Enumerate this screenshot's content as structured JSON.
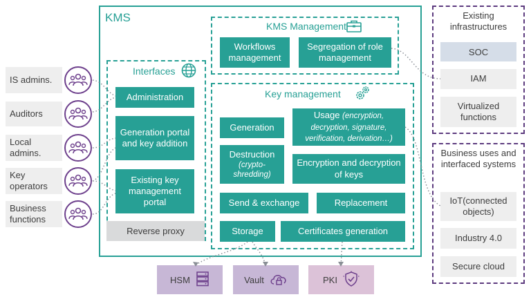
{
  "kms": {
    "title": "KMS"
  },
  "kms_management": {
    "title": "KMS Management",
    "workflows": "Workflows management",
    "segregation": "Segregation of role management"
  },
  "interfaces": {
    "title": "Interfaces",
    "administration": "Administration",
    "generation_portal": "Generation portal and key addition",
    "existing_portal": "Existing key management portal",
    "reverse_proxy": "Reverse proxy"
  },
  "key_management": {
    "title": "Key management",
    "generation": "Generation",
    "usage_label": "Usage",
    "usage_detail": "(encryption, decryption, signature, verification, derivation…)",
    "destruction": "Destruction",
    "destruction_detail": "(crypto-shredding)",
    "encryption": "Encryption and decryption of keys",
    "send_exchange": "Send & exchange",
    "replacement": "Replacement",
    "storage": "Storage",
    "certificates": "Certificates generation"
  },
  "actors": [
    {
      "label": "IS admins."
    },
    {
      "label": "Auditors"
    },
    {
      "label": "Local admins."
    },
    {
      "label": "Key operators"
    },
    {
      "label": "Business functions"
    }
  ],
  "existing_infra": {
    "title": "Existing infrastructures",
    "items": [
      "SOC",
      "IAM",
      "Virtualized functions"
    ]
  },
  "business_uses": {
    "title": "Business uses and interfaced systems",
    "items": [
      "IoT(connected objects)",
      "Industry 4.0",
      "Secure cloud"
    ]
  },
  "bottom": {
    "hsm": "HSM",
    "vault": "Vault",
    "pki": "PKI"
  },
  "colors": {
    "teal": "#27a095",
    "purple": "#5c3a7e",
    "gray": "#d9dadb",
    "light_gray": "#eeeeee",
    "soc_blue": "#d5dde8",
    "bottom_purple": "#c7b7d6",
    "bottom_pink": "#dcc2d8"
  }
}
